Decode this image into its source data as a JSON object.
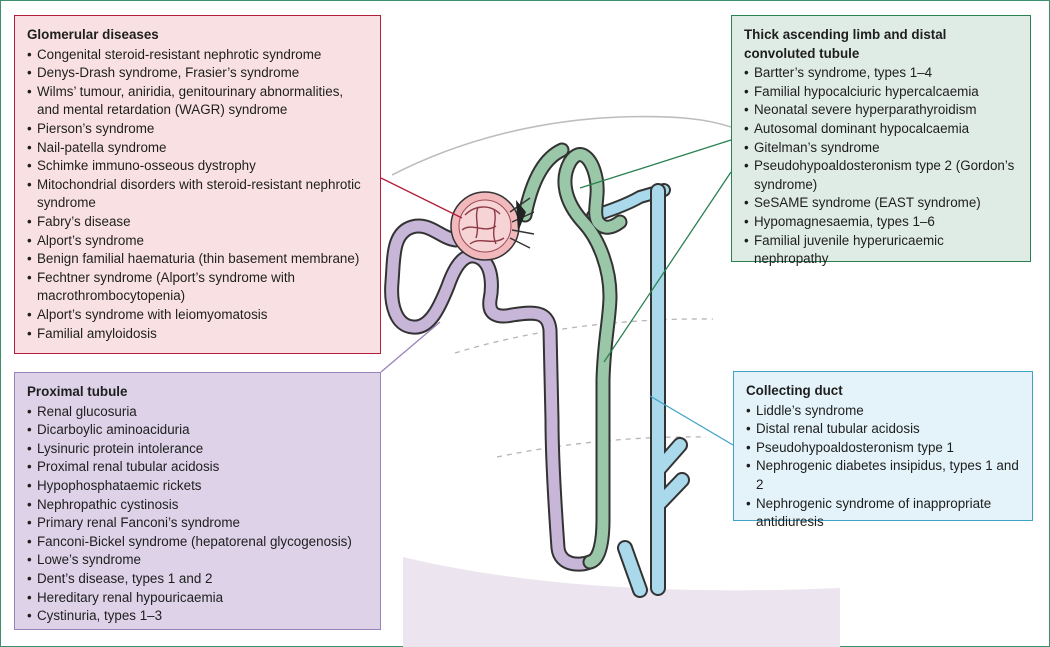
{
  "glomerular": {
    "title": "Glomerular diseases",
    "color": "#b31e3b",
    "items": [
      "Congenital steroid-resistant nephrotic syndrome",
      "Denys-Drash syndrome, Frasier’s syndrome",
      "Wilms’ tumour, aniridia, genitourinary abnormalities, and mental retardation (WAGR) syndrome",
      "Pierson’s syndrome",
      "Nail-patella syndrome",
      "Schimke immuno-osseous dystrophy",
      "Mitochondrial disorders with steroid-resistant nephrotic syndrome",
      "Fabry’s disease",
      "Alport’s syndrome",
      "Benign familial haematuria (thin basement membrane)",
      "Fechtner syndrome (Alport’s syndrome with macrothrombocytopenia)",
      "Alport’s syndrome with leiomyomatosis",
      "Familial amyloidosis"
    ]
  },
  "proximal": {
    "title": "Proximal tubule",
    "color": "#9b82bd",
    "items": [
      "Renal glucosuria",
      "Dicarboylic aminoaciduria",
      "Lysinuric protein intolerance",
      "Proximal renal tubular acidosis",
      "Hypophosphataemic rickets",
      "Nephropathic cystinosis",
      "Primary renal Fanconi’s syndrome",
      "Fanconi-Bickel syndrome (hepatorenal glycogenosis)",
      "Lowe’s syndrome",
      "Dent’s disease, types 1 and 2",
      "Hereditary renal hypouricaemia",
      "Cystinuria, types 1–3"
    ]
  },
  "thick": {
    "title": "Thick ascending limb and distal convoluted tubule",
    "color": "#2a8050",
    "items": [
      "Bartter’s syndrome, types 1–4",
      "Familial hypocalciuric hypercalcaemia",
      "Neonatal severe hyperparathyroidism",
      "Autosomal dominant hypocalcaemia",
      "Gitelman’s syndrome",
      "Pseudohypoaldosteronism type 2 (Gordon’s syndrome)",
      "SeSAME syndrome (EAST syndrome)",
      "Hypomagnesaemia, types 1–6",
      "Familial juvenile hyperuricaemic nephropathy"
    ]
  },
  "collecting": {
    "title": "Collecting duct",
    "color": "#3fa3c8",
    "items": [
      "Liddle’s syndrome",
      "Distal renal tubular acidosis",
      "Pseudohypoaldosteronism type 1",
      "Nephrogenic diabetes insipidus, types 1 and 2",
      "Nephrogenic syndrome of inappropriate antidiuresis"
    ]
  }
}
